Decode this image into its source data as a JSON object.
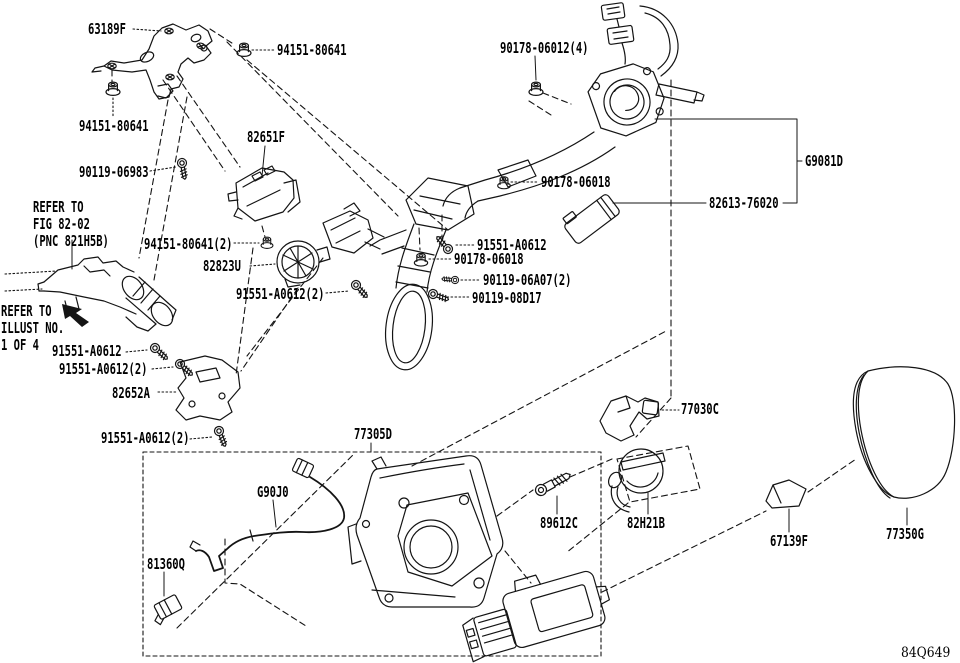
{
  "figure": {
    "code": "84Q649"
  },
  "colors": {
    "background": "#ffffff",
    "line": "#141414",
    "text": "#000000"
  },
  "labels": [
    {
      "id": "63189F",
      "text": "63189F"
    },
    {
      "id": "94151-80641-top",
      "text": "94151-80641"
    },
    {
      "id": "90178-06012",
      "text": "90178-06012(4)"
    },
    {
      "id": "94151-80641-left",
      "text": "94151-80641"
    },
    {
      "id": "82651F",
      "text": "82651F"
    },
    {
      "id": "90119-06983",
      "text": "90119-06983"
    },
    {
      "id": "G9081D",
      "text": "G9081D"
    },
    {
      "id": "90178-06018-upper",
      "text": "90178-06018"
    },
    {
      "id": "82613-76020",
      "text": "82613-76020"
    },
    {
      "id": "94151-80641-2",
      "text": "94151-80641(2)"
    },
    {
      "id": "91551-A0612-center",
      "text": "91551-A0612"
    },
    {
      "id": "90178-06018-center",
      "text": "90178-06018"
    },
    {
      "id": "82823U",
      "text": "82823U"
    },
    {
      "id": "90119-06A07-2",
      "text": "90119-06A07(2)"
    },
    {
      "id": "91551-A0612-2-mid",
      "text": "91551-A0612(2)"
    },
    {
      "id": "90119-08D17",
      "text": "90119-08D17"
    },
    {
      "id": "91551-A0612-left",
      "text": "91551-A0612"
    },
    {
      "id": "91551-A0612-2-left",
      "text": "91551-A0612(2)"
    },
    {
      "id": "82652A",
      "text": "82652A"
    },
    {
      "id": "77030C",
      "text": "77030C"
    },
    {
      "id": "91551-A0612-2-bot",
      "text": "91551-A0612(2)"
    },
    {
      "id": "77305D",
      "text": "77305D"
    },
    {
      "id": "G90J0",
      "text": "G90J0"
    },
    {
      "id": "89612C",
      "text": "89612C"
    },
    {
      "id": "82H21B",
      "text": "82H21B"
    },
    {
      "id": "77350G",
      "text": "77350G"
    },
    {
      "id": "67139F",
      "text": "67139F"
    },
    {
      "id": "81360Q",
      "text": "81360Q"
    }
  ],
  "notes": [
    {
      "id": "refer-fig-82-02",
      "lines": [
        "REFER TO",
        "FIG 82-02",
        "(PNC 821H5B)"
      ]
    },
    {
      "id": "refer-illust",
      "lines": [
        "REFER TO",
        "ILLUST NO.",
        "1 OF 4"
      ]
    }
  ]
}
